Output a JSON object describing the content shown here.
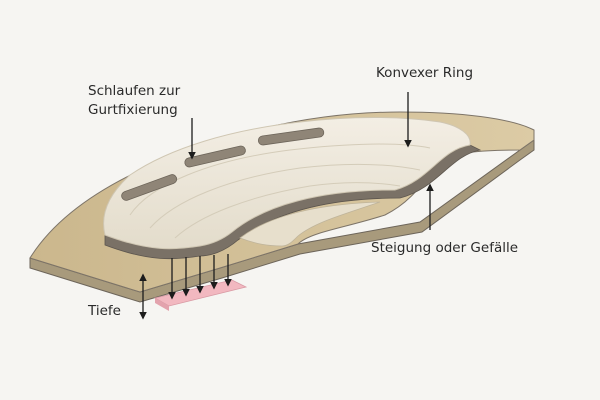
{
  "labels": {
    "schlaufen_line1": "Schlaufen zur",
    "schlaufen_line2": "Gurtfixierung",
    "konvexer_ring": "Konvexer Ring",
    "steigung_gefaelle": "Steigung oder Gefälle",
    "tiefe": "Tiefe"
  },
  "colors": {
    "background": "#f6f5f2",
    "base_plate_top": "#d6c49b",
    "base_plate_edge": "#7d7468",
    "base_plate_side": "#a89a7c",
    "ring_surface": "#ede7da",
    "ring_edge": "#cfc6b2",
    "depth_block": "#f2b8c0",
    "arrow": "#1c1c1c"
  },
  "icons": {
    "strap_loops": "slot-icon",
    "depth_indicator": "double-arrow-icon"
  }
}
